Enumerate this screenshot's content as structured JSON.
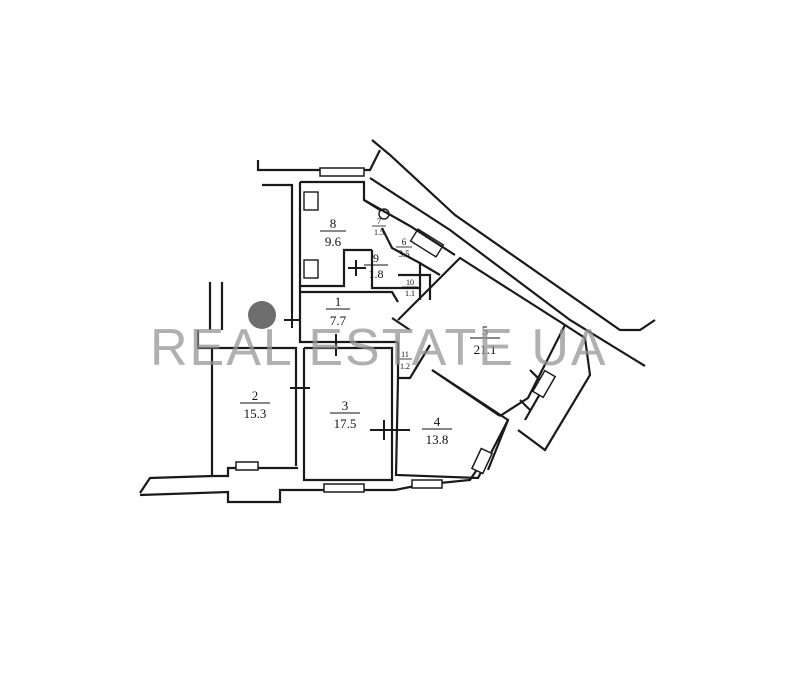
{
  "watermark": "REAL ESTATE UA",
  "rooms": [
    {
      "id": "1",
      "number": "1",
      "area": "7.7"
    },
    {
      "id": "2",
      "number": "2",
      "area": "15.3"
    },
    {
      "id": "3",
      "number": "3",
      "area": "17.5"
    },
    {
      "id": "4",
      "number": "4",
      "area": "13.8"
    },
    {
      "id": "5",
      "number": "5",
      "area": "21.1"
    },
    {
      "id": "6",
      "number": "6",
      "area": "3.5"
    },
    {
      "id": "7",
      "number": "7",
      "area": "1.5"
    },
    {
      "id": "8",
      "number": "8",
      "area": "9.6"
    },
    {
      "id": "9",
      "number": "9",
      "area": "1.8"
    },
    {
      "id": "10",
      "number": "10",
      "area": "1.1"
    },
    {
      "id": "11",
      "number": "11",
      "area": "1.2"
    }
  ],
  "colors": {
    "wall": "#1a1a1a",
    "watermark": "#969696",
    "marker": "#6e6e6e"
  }
}
